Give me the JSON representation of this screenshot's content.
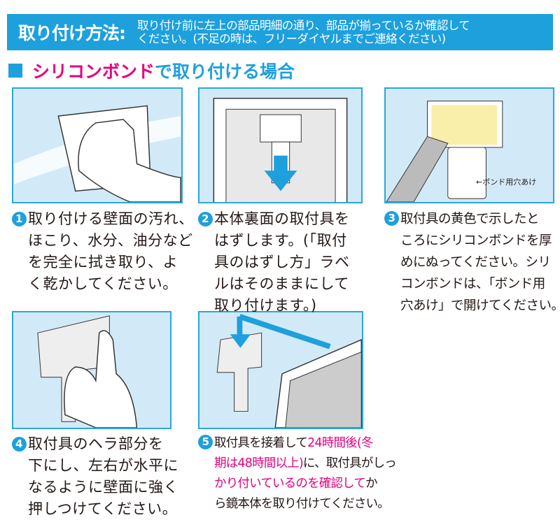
{
  "header": {
    "title": "取り付け方法:",
    "desc_line1": "取り付け前に左上の部品明細の通り、部品が揃っているか確認して",
    "desc_line2": "ください。(不足の時は、フリーダイヤルまでご連絡ください)"
  },
  "section": {
    "title_pink": "シリコンボンド",
    "title_blue": "で取り付ける場合"
  },
  "steps": [
    {
      "num": "1",
      "lines": [
        "取り付ける壁面の汚れ、",
        "ほこり、水分、油分など",
        "を完全に拭き取り、よ",
        "く乾かしてください。"
      ]
    },
    {
      "num": "2",
      "lines": [
        "本体裏面の取付具を",
        "はずします。(「取付",
        "具のはずし方」ラベ",
        "ルはそのままにして",
        "取り付けます。)"
      ]
    },
    {
      "num": "3",
      "lines": [
        "取付具の黄色で示したと",
        "ころにシリコンボンドを厚",
        "めにぬってください。シリ",
        "コンボンドは、「ボンド用",
        "穴あけ」で開けてください。"
      ],
      "label": "←ボンド用穴あけ"
    },
    {
      "num": "4",
      "lines": [
        "取付具のヘラ部分を",
        "下にし、左右が水平に",
        "なるように壁面に強く",
        "押しつけてください。"
      ]
    },
    {
      "num": "5",
      "l1a": "取付具を接着して",
      "l1b": "24時間後(冬",
      "l2a": "期は48時間以上)",
      "l2b": "に、取付具がしっ",
      "l3a": "かり付いているのを確認して",
      "l3b": "か",
      "l4": "ら鏡本体を取り付けてください。"
    }
  ],
  "colors": {
    "blue": "#1ea0dc",
    "pink": "#e4007f",
    "panel": "#d2eaf8"
  }
}
